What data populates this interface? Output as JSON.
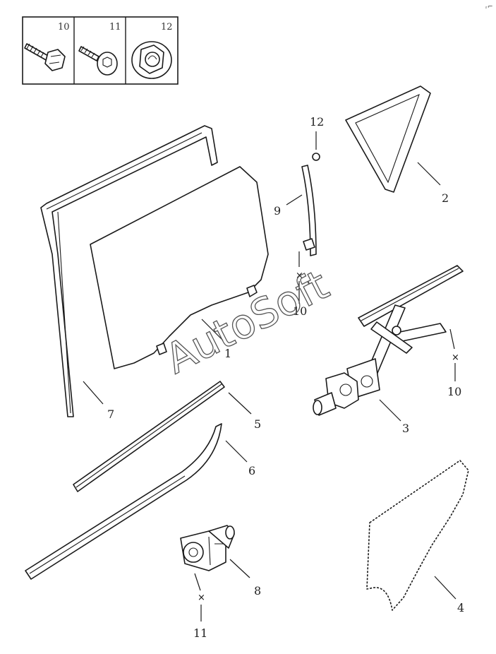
{
  "hardware_box": {
    "labels": [
      "10",
      "11",
      "12"
    ],
    "items": [
      "bolt-icon",
      "torx-screw-icon",
      "flange-nut-icon"
    ]
  },
  "callouts": {
    "c1": "1",
    "c2": "2",
    "c3": "3",
    "c4": "4",
    "c5": "5",
    "c6": "6",
    "c7": "7",
    "c8": "8",
    "c9": "9",
    "c10a": "10",
    "c10b": "10",
    "c11": "11",
    "c12": "12"
  },
  "watermark": "AutoSoft",
  "corner_mark": "ᵣ⌐",
  "colors": {
    "line": "#1a1a1a",
    "background": "#ffffff"
  }
}
